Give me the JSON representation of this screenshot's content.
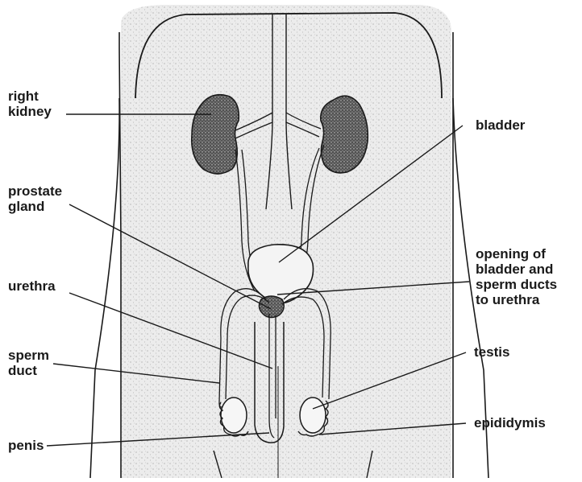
{
  "labels": {
    "right_kidney": [
      "right",
      "kidney"
    ],
    "bladder": [
      "bladder"
    ],
    "prostate_gland": [
      "prostate",
      "gland"
    ],
    "opening": [
      "opening of",
      "bladder and",
      "sperm ducts",
      "to urethra"
    ],
    "urethra": [
      "urethra"
    ],
    "sperm_duct": [
      "sperm",
      "duct"
    ],
    "testis": [
      "testis"
    ],
    "epididymis": [
      "epididymis"
    ],
    "penis": [
      "penis"
    ]
  },
  "colors": {
    "ink": "#1a1a1a",
    "body_fill": "#e9e9e9",
    "organ_fill": "#8a8a8a"
  }
}
